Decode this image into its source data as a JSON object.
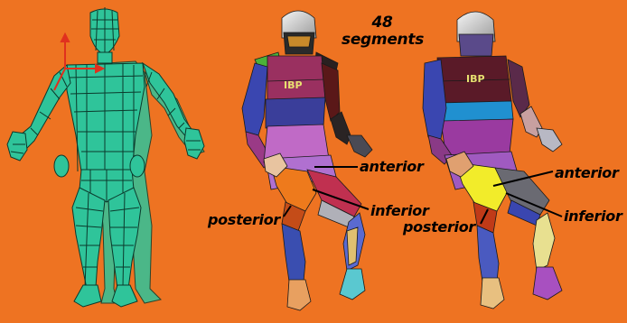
{
  "title": {
    "line1": "48",
    "line2": "segments"
  },
  "labels": {
    "anterior_1": "anterior",
    "inferior_1": "inferior",
    "posterior_1": "posterior",
    "anterior_2": "anterior",
    "inferior_2": "inferior",
    "posterior_2": "posterior"
  },
  "torso_marks": {
    "left": "IBP",
    "right": "IBP"
  },
  "colors": {
    "background": "#ee7322",
    "mesh_green": "#2fc49a",
    "mesh_edge": "#0b3a2c",
    "highlight_orange": "#ee7a1c",
    "highlight_yellow": "#f2ec2a",
    "purple": "#8a4ca8",
    "blue": "#3c4ea8"
  }
}
